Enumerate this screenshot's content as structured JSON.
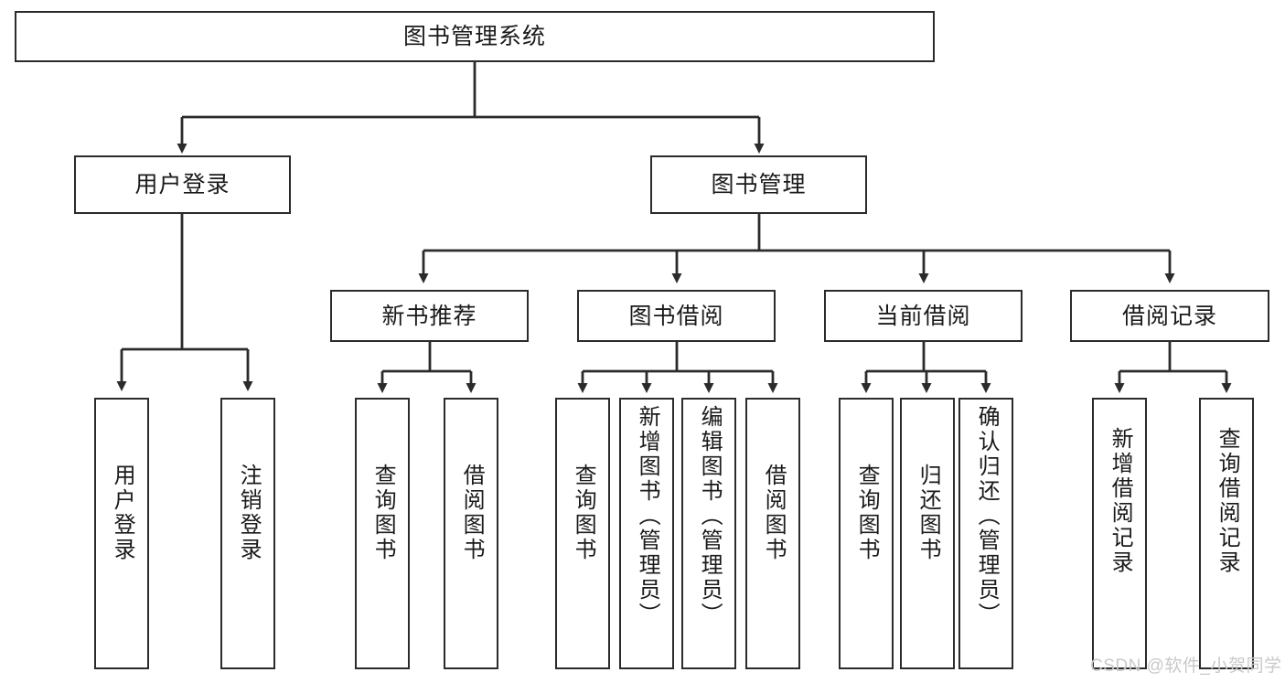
{
  "diagram": {
    "title": "图书管理系统",
    "root": {
      "label": "图书管理系统"
    },
    "level2": [
      {
        "label": "用户登录"
      },
      {
        "label": "图书管理"
      }
    ],
    "level3": [
      {
        "label": "新书推荐"
      },
      {
        "label": "图书借阅"
      },
      {
        "label": "当前借阅"
      },
      {
        "label": "借阅记录"
      }
    ],
    "leaves": {
      "user_login": [
        {
          "label": "用户登录"
        },
        {
          "label": "注销登录"
        }
      ],
      "new_book_recommend": [
        {
          "label": "查询图书"
        },
        {
          "label": "借阅图书"
        }
      ],
      "book_borrow": [
        {
          "label": "查询图书"
        },
        {
          "label": "新增图书（管理员）"
        },
        {
          "label": "编辑图书（管理员）"
        },
        {
          "label": "借阅图书"
        }
      ],
      "current_borrow": [
        {
          "label": "查询图书"
        },
        {
          "label": "归还图书"
        },
        {
          "label": "确认归还（管理员）"
        }
      ],
      "borrow_record": [
        {
          "label": "新增借阅记录"
        },
        {
          "label": "查询借阅记录"
        }
      ]
    }
  },
  "watermark": {
    "text": "CSDN @软件_小贺同学"
  },
  "colors": {
    "stroke": "#2b2b2b",
    "background": "#ffffff",
    "text": "#1a1a1a",
    "watermark": "#c9c9c9"
  }
}
